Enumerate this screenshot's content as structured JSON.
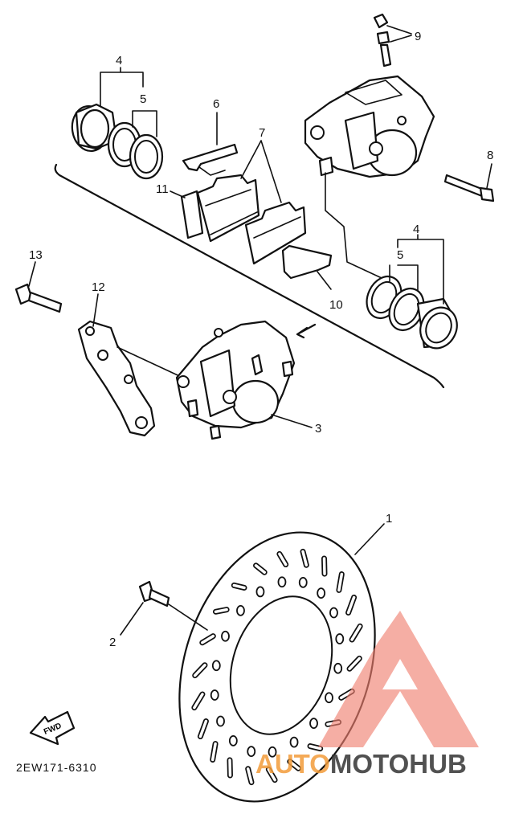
{
  "callouts": {
    "c1": "1",
    "c2": "2",
    "c3": "3",
    "c4a": "4",
    "c4b": "4",
    "c5a": "5",
    "c5b": "5",
    "c6": "6",
    "c7": "7",
    "c8": "8",
    "c9": "9",
    "c10": "10",
    "c11": "11",
    "c12": "12",
    "c13": "13"
  },
  "diagram_code": "2EW171-6310",
  "fwd_arrow_label": "FWD",
  "watermark": {
    "part_a": "AUTO",
    "part_b": "MOTO",
    "part_c": "HUB",
    "color_a": "#f39c3a",
    "color_b": "#333333",
    "color_c": "#333333",
    "logo_color": "#f08070"
  }
}
